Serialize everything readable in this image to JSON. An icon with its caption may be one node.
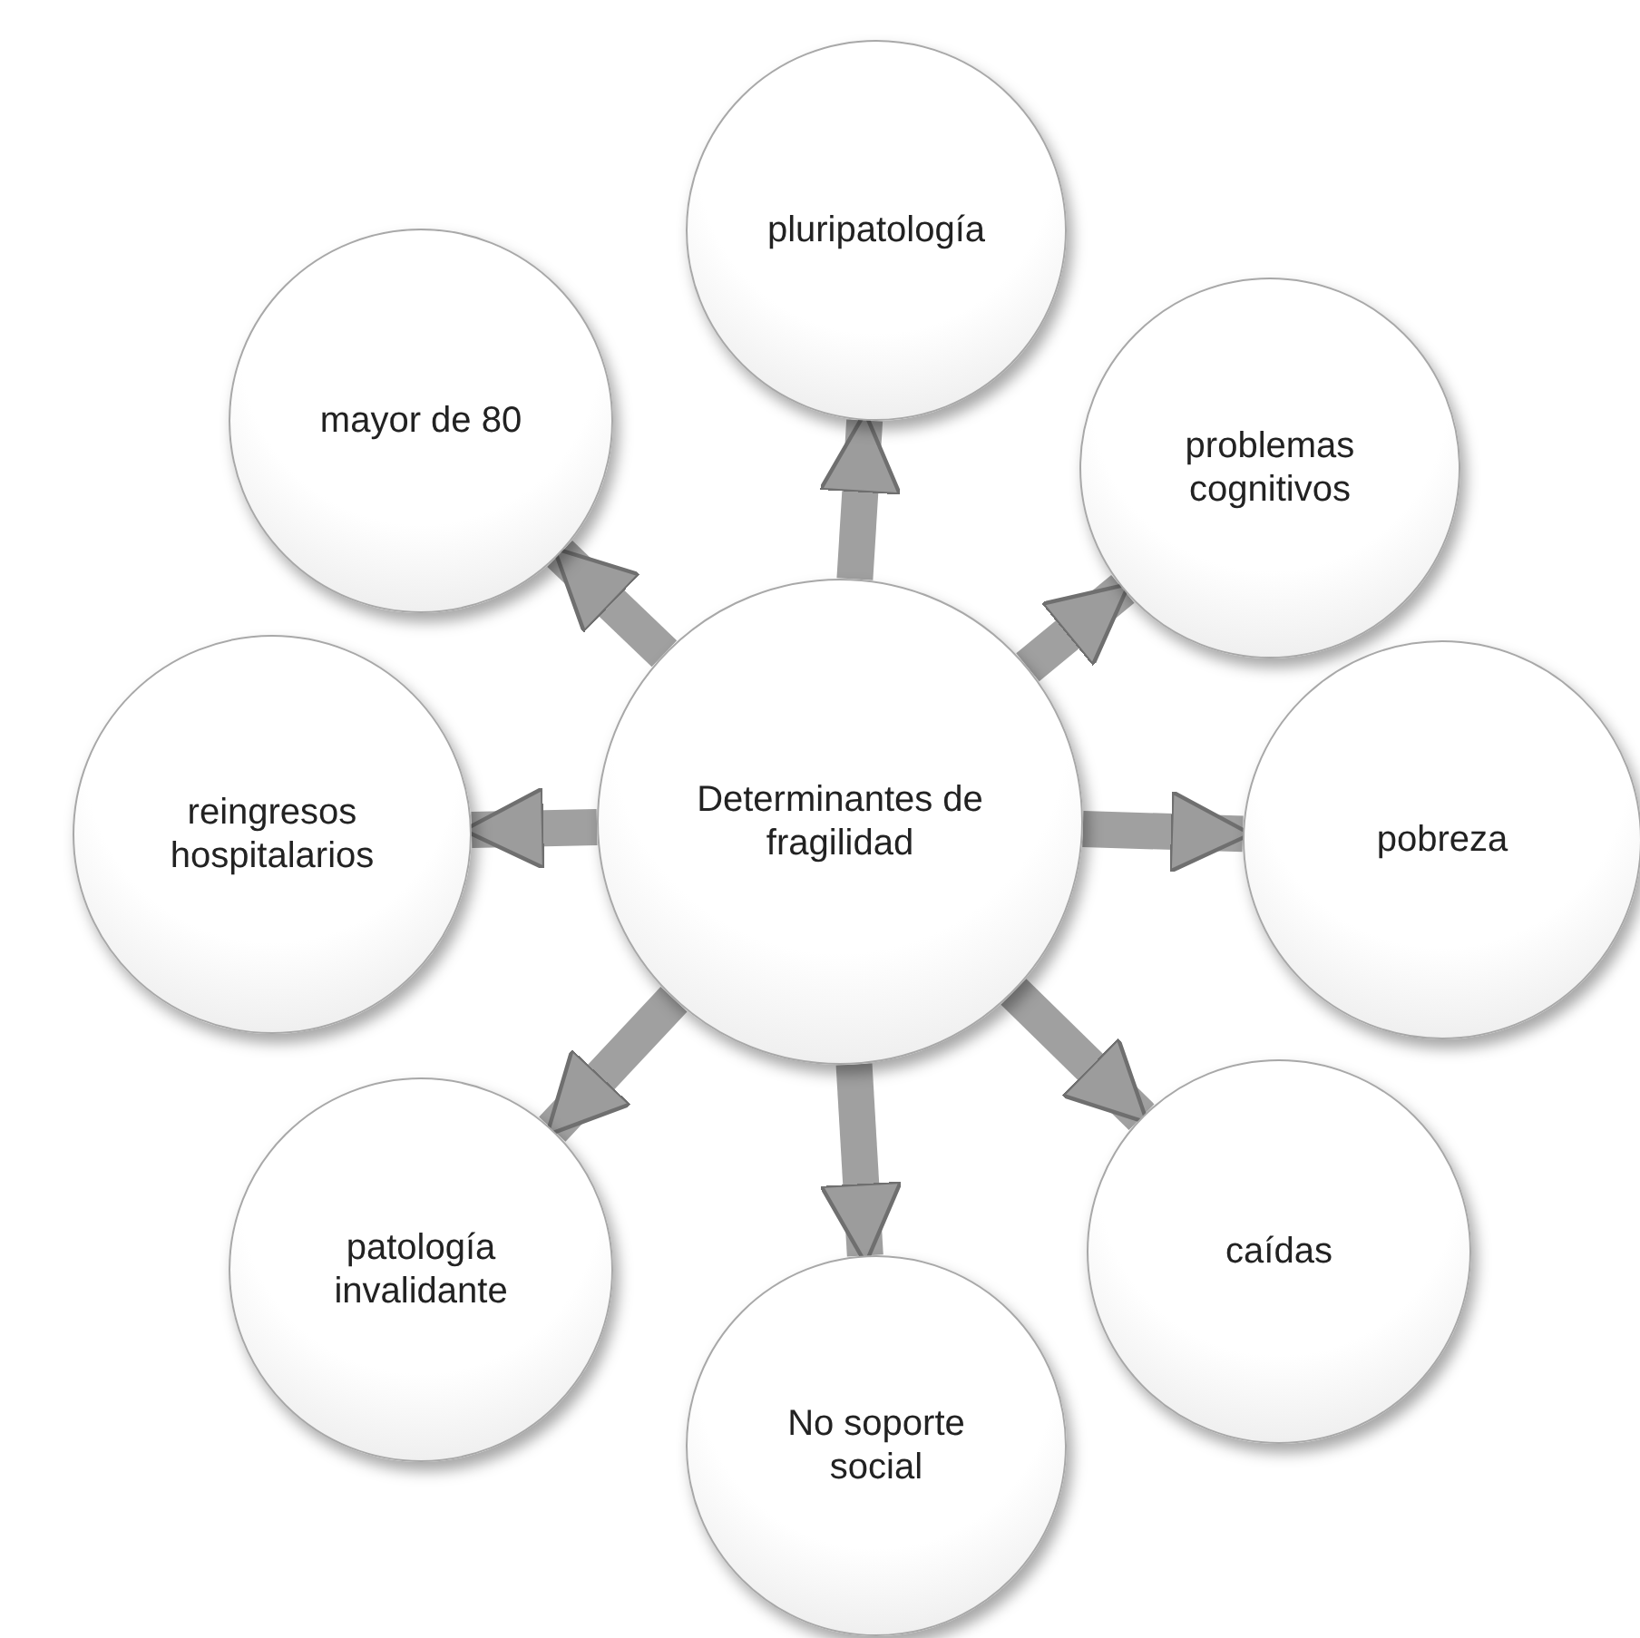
{
  "diagram": {
    "nodes": [
      {
        "text": [
          "Determinantes de fragilidad"
        ]
      },
      {
        "text": [
          "pluripatología"
        ]
      },
      {
        "text": [
          "problemas cognitivos"
        ]
      },
      {
        "text": [
          "pobreza"
        ]
      },
      {
        "text": [
          "caídas"
        ]
      },
      {
        "text": [
          "No soporte social"
        ]
      },
      {
        "text": [
          "patología invalidante"
        ]
      },
      {
        "text": [
          "reingresos hospitalarios"
        ]
      },
      {
        "text": [
          "mayor de 80"
        ]
      }
    ],
    "edges": [
      {
        "from": 0,
        "to": 1,
        "arrow": "to"
      },
      {
        "from": 0,
        "to": 2,
        "arrow": "to"
      },
      {
        "from": 0,
        "to": 3,
        "arrow": "to"
      },
      {
        "from": 0,
        "to": 4,
        "arrow": "to"
      },
      {
        "from": 0,
        "to": 5,
        "arrow": "to"
      },
      {
        "from": 0,
        "to": 6,
        "arrow": "to"
      },
      {
        "from": 0,
        "to": 7,
        "arrow": "to"
      },
      {
        "from": 0,
        "to": 8,
        "arrow": "to"
      }
    ]
  }
}
